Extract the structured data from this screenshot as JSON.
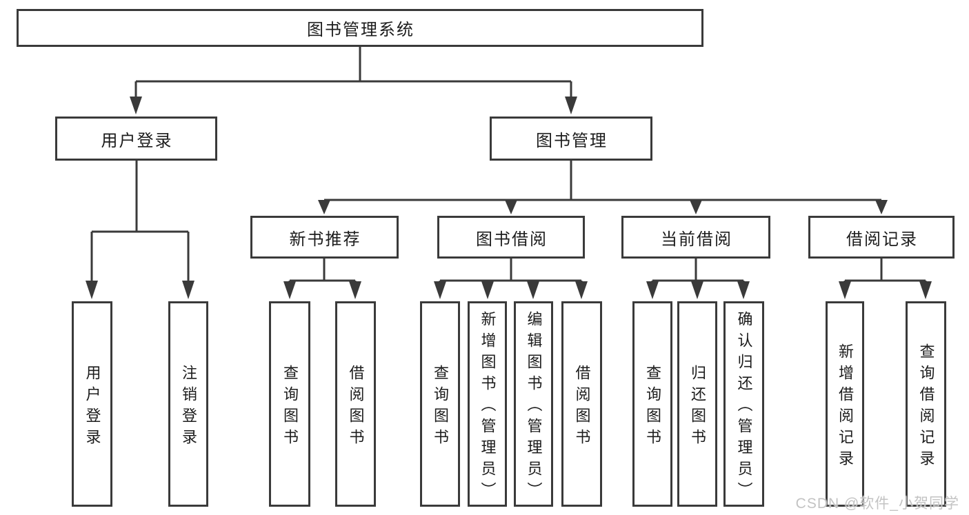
{
  "colors": {
    "line": "#3a3a3a",
    "text": "#1c1c1c",
    "box_background": "#ffffff",
    "watermark": "#c3c3c3"
  },
  "watermark": {
    "text": "CSDN @软件_小贺同学"
  },
  "diagram": {
    "root": {
      "label": "图书管理系统"
    },
    "level2": [
      {
        "label": "用户登录"
      },
      {
        "label": "图书管理"
      }
    ],
    "level3": [
      {
        "label": "新书推荐",
        "parent": "图书管理"
      },
      {
        "label": "图书借阅",
        "parent": "图书管理"
      },
      {
        "label": "当前借阅",
        "parent": "图书管理"
      },
      {
        "label": "借阅记录",
        "parent": "图书管理"
      }
    ],
    "leaves": [
      {
        "label": "用户登录",
        "parent": "用户登录"
      },
      {
        "label": "注销登录",
        "parent": "用户登录"
      },
      {
        "label": "查询图书",
        "parent": "新书推荐"
      },
      {
        "label": "借阅图书",
        "parent": "新书推荐"
      },
      {
        "label": "查询图书",
        "parent": "图书借阅"
      },
      {
        "label": "新增图书（管理员）",
        "parent": "图书借阅"
      },
      {
        "label": "编辑图书（管理员）",
        "parent": "图书借阅"
      },
      {
        "label": "借阅图书",
        "parent": "图书借阅"
      },
      {
        "label": "查询图书",
        "parent": "当前借阅"
      },
      {
        "label": "归还图书",
        "parent": "当前借阅"
      },
      {
        "label": "确认归还（管理员）",
        "parent": "当前借阅"
      },
      {
        "label": "新增借阅记录",
        "parent": "借阅记录"
      },
      {
        "label": "查询借阅记录",
        "parent": "借阅记录"
      }
    ]
  }
}
